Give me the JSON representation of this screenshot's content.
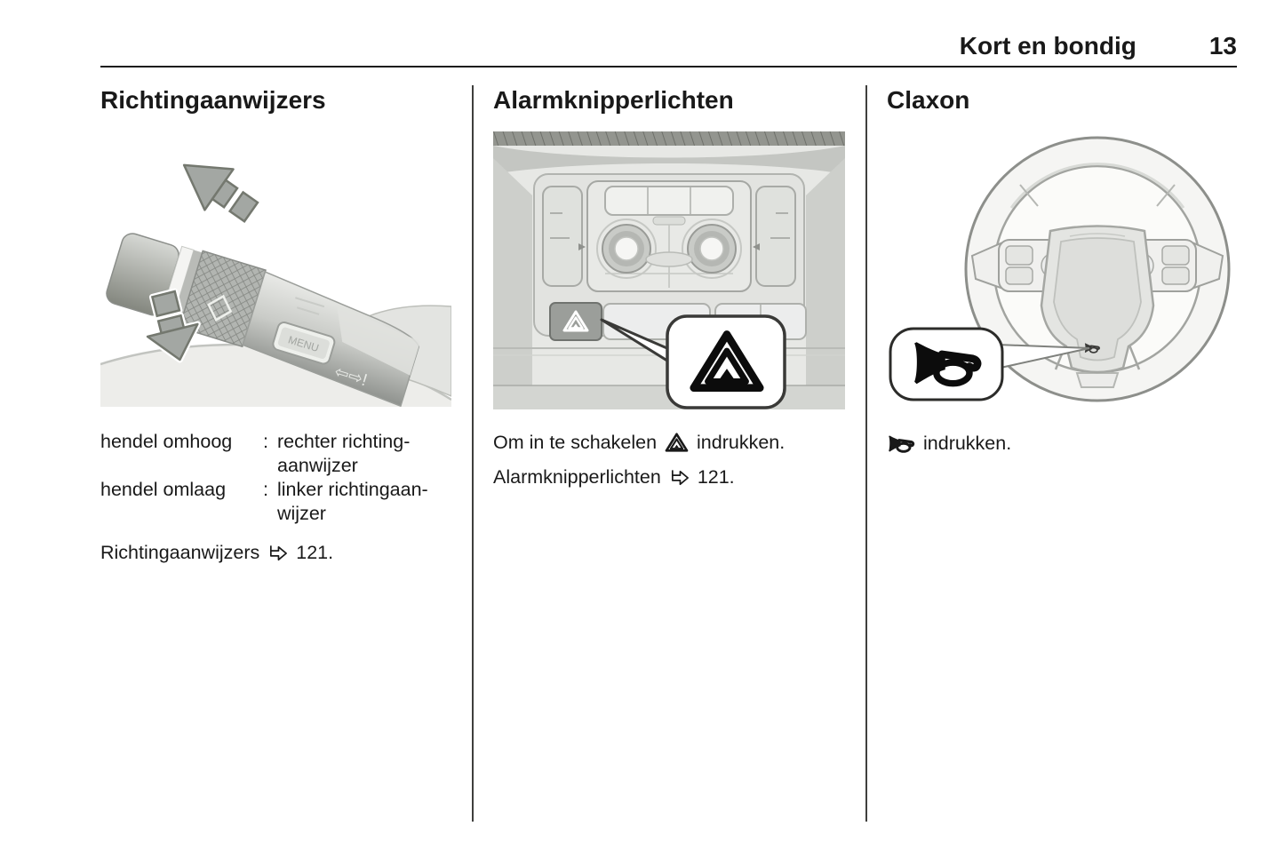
{
  "header": {
    "title": "Kort en bondig",
    "page_number": "13"
  },
  "col1": {
    "heading": "Richtingaanwijzers",
    "def1_term": "hendel omhoog",
    "def1_colon": ":",
    "def1_line1": "rechter richting-",
    "def1_line2": "aanwijzer",
    "def2_term": "hendel omlaag",
    "def2_colon": ":",
    "def2_line1": "linker richtingaan-",
    "def2_line2": "wijzer",
    "ref_label": "Richtingaanwijzers",
    "ref_page": "121."
  },
  "col2": {
    "heading": "Alarmknipperlichten",
    "line1_before": "Om in te schakelen",
    "line1_after": "indrukken.",
    "ref_label": "Alarmknipperlichten",
    "ref_page": "121."
  },
  "col3": {
    "heading": "Claxon",
    "line1_after": "indrukken."
  },
  "illustration_labels": {
    "stalk_menu_button": "MENU",
    "stalk_symbols": "⇦⇨!"
  },
  "icons": {
    "page_ref": "page-ref-arrow",
    "hazard": "hazard-warning-triangle",
    "horn": "horn"
  },
  "colors": {
    "text": "#191919",
    "header_rule": "#1d1d1d",
    "column_separator": "#3f3f3d",
    "illustration_gray": "#c9cbc7",
    "arrow_gray": "#9fa39f",
    "callout_border": "#3a3a38"
  }
}
